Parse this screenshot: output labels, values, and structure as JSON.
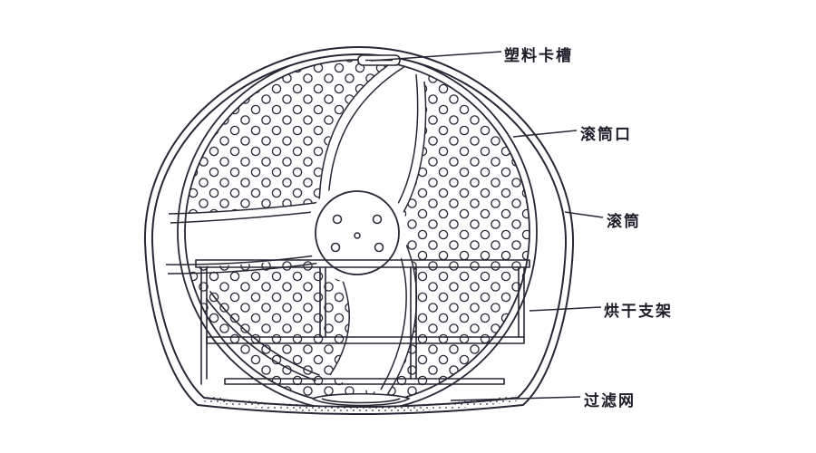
{
  "diagram": {
    "subject": "dryer-drum-cross-section",
    "labels": {
      "plastic_slot": "塑料卡槽",
      "drum_opening": "滚筒口",
      "drum": "滚筒",
      "drying_rack": "烘干支架",
      "filter_mesh": "过滤网"
    },
    "colors": {
      "line": "#272735",
      "background": "#ffffff"
    }
  }
}
